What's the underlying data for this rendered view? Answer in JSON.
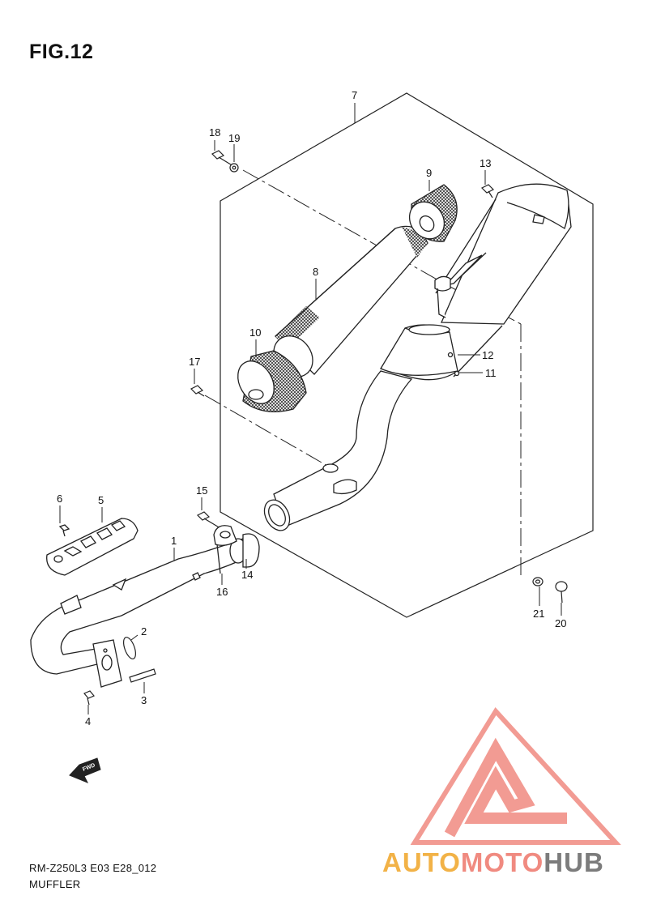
{
  "header": {
    "title": "FIG.12"
  },
  "callouts": [
    {
      "num": "1"
    },
    {
      "num": "2"
    },
    {
      "num": "3"
    },
    {
      "num": "4"
    },
    {
      "num": "5"
    },
    {
      "num": "6"
    },
    {
      "num": "7"
    },
    {
      "num": "8"
    },
    {
      "num": "9"
    },
    {
      "num": "10"
    },
    {
      "num": "11"
    },
    {
      "num": "12"
    },
    {
      "num": "13"
    },
    {
      "num": "14"
    },
    {
      "num": "15"
    },
    {
      "num": "16"
    },
    {
      "num": "17"
    },
    {
      "num": "18"
    },
    {
      "num": "19"
    },
    {
      "num": "20"
    },
    {
      "num": "21"
    }
  ],
  "fwd_badge": "FWD",
  "footer": {
    "model_code": "RM-Z250L3 E03 E28_012",
    "section": "MUFFLER"
  },
  "watermark": {
    "part1": "AUTO",
    "part2": "MOTO",
    "part3": "HUB"
  },
  "colors": {
    "line": "#222222",
    "logo_red": "#f08a80",
    "logo_orange": "#f2b247",
    "logo_gray": "#7c7c7c"
  }
}
